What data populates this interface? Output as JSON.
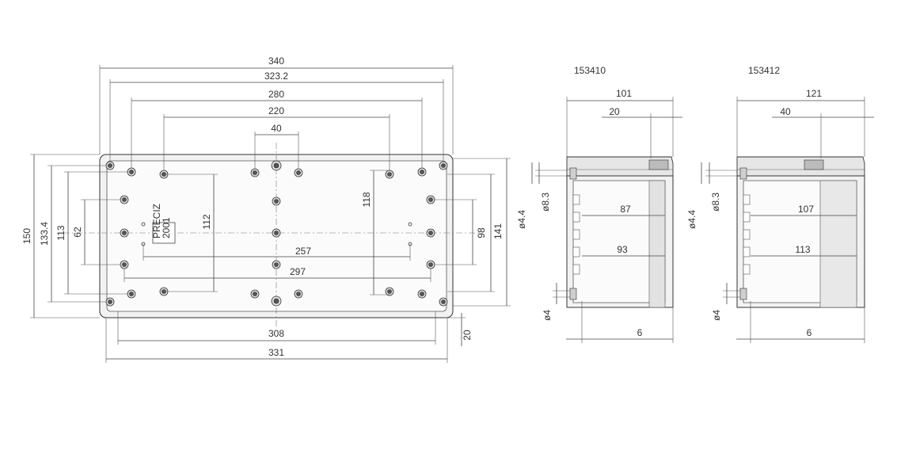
{
  "front_view": {
    "dims": {
      "d340": "340",
      "d323_2": "323.2",
      "d280": "280",
      "d220": "220",
      "d40": "40",
      "d150": "150",
      "d133_4": "133.4",
      "d113": "113",
      "d62": "62",
      "d112": "112",
      "d118": "118",
      "d98": "98",
      "d141": "141",
      "d257": "257",
      "d297": "297",
      "d308": "308",
      "d331": "331",
      "d20": "20"
    },
    "logo_text": [
      "PRECIZ",
      "2001"
    ]
  },
  "side_view_1": {
    "part_number": "153410",
    "dims": {
      "w": "101",
      "lid": "20",
      "d_upper": "ø8.3",
      "d_side": "ø4.4",
      "d_lower": "ø4",
      "inner1": "87",
      "inner2": "93",
      "base": "6"
    }
  },
  "side_view_2": {
    "part_number": "153412",
    "dims": {
      "w": "121",
      "lid": "40",
      "d_upper": "ø8.3",
      "d_side": "ø4.4",
      "d_lower": "ø4",
      "inner1": "107",
      "inner2": "113",
      "base": "6"
    }
  }
}
